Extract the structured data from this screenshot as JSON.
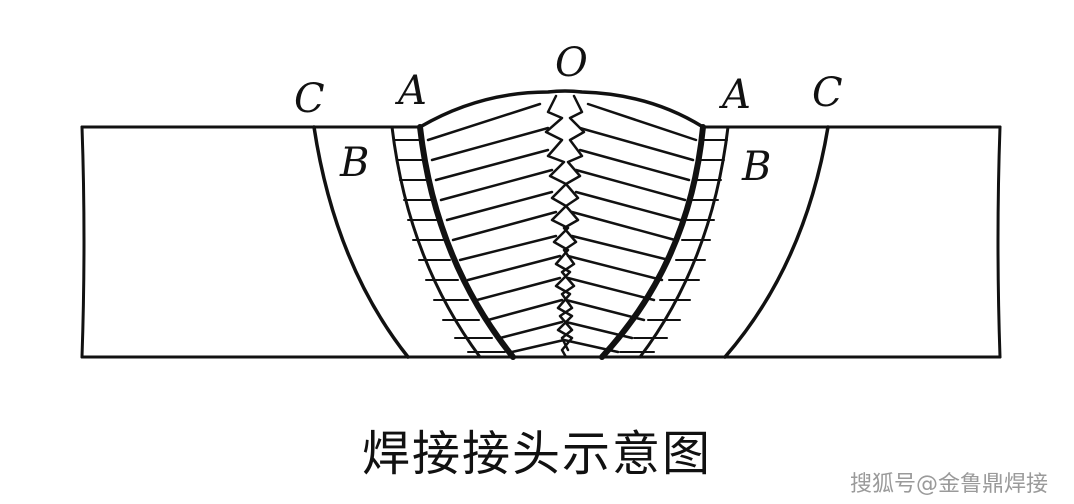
{
  "labels": {
    "c_left": "C",
    "a_left": "A",
    "o_top": "O",
    "a_right": "A",
    "c_right": "C",
    "b_left": "B",
    "b_right": "B"
  },
  "caption": "焊接接头示意图",
  "watermark": "搜狐号@金鲁鼎焊接",
  "colors": {
    "ink": "#111111",
    "watermark": "#9a9a9a",
    "background": "#ffffff"
  }
}
